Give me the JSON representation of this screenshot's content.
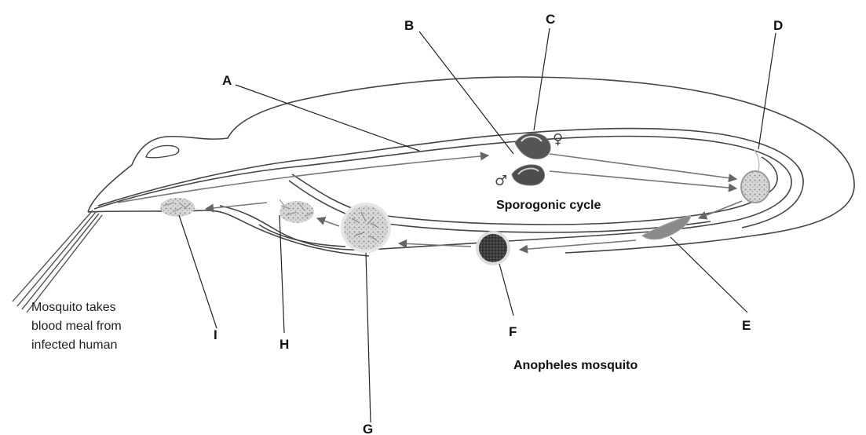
{
  "diagram": {
    "labels": {
      "A": "A",
      "B": "B",
      "C": "C",
      "D": "D",
      "E": "E",
      "F": "F",
      "G": "G",
      "H": "H",
      "I": "I"
    },
    "cycle_title": "Sporogonic cycle",
    "mosquito_label": "Anopheles mosquito",
    "note_lines": [
      "Mosquito takes",
      "blood meal from",
      "infected human"
    ],
    "female_symbol": "♀",
    "male_symbol": "♂"
  }
}
